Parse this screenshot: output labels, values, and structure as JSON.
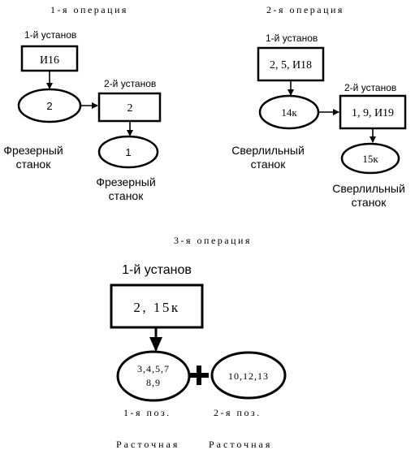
{
  "op1": {
    "title": "1-я операция",
    "setup1_label": "1-й установ",
    "setup1_box": "И16",
    "setup1_pos": "2",
    "setup2_label": "2-й установ",
    "setup2_box": "2",
    "setup2_pos": "1",
    "machine1_line1": "Фрезерный",
    "machine1_line2": "станок",
    "machine2_line1": "Фрезерный",
    "machine2_line2": "станок"
  },
  "op2": {
    "title": "2-я операция",
    "setup1_label": "1-й установ",
    "setup1_box": "2, 5, И18",
    "setup1_pos": "14к",
    "setup2_label": "2-й установ",
    "setup2_box": "1, 9, И19",
    "setup2_pos": "15к",
    "machine1_line1": "Сверлильный",
    "machine1_line2": "станок",
    "machine2_line1": "Сверлильный",
    "machine2_line2": "станок"
  },
  "op3": {
    "title": "3-я операция",
    "setup1_label": "1-й установ",
    "setup1_box": "2, 15к",
    "pos1_line1": "3,4,5,7",
    "pos1_line2": "8,9",
    "pos2_value": "10,12,13",
    "pos1_label": "1-я поз.",
    "pos2_label": "2-я поз.",
    "machine1": "Расточная",
    "machine2": "Расточная"
  }
}
